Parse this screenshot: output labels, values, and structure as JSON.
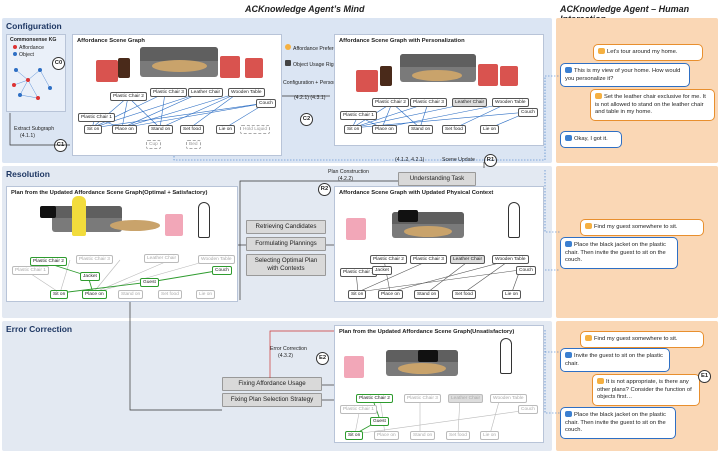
{
  "headers": {
    "mind": "ACKnowledge Agent’s Mind",
    "interaction": "ACKnowledge Agent – Human Interaction"
  },
  "colors": {
    "config_band": "#dbe5f3",
    "resolution_band": "#dde5f0",
    "error_band": "#dde5f0",
    "chat_band": "#f8cfa7",
    "human_border": "#e88f2e",
    "agent_border": "#2e6fc4"
  },
  "configuration": {
    "title": "Configuration",
    "kg_title": "Commonsense KG",
    "kg_legend_affordance": "Affordance",
    "kg_legend_object": "Object",
    "c0": "C0",
    "extract_label": "Extract Subgraph",
    "extract_ref": "(4.1.1)",
    "c1": "C1",
    "scene_graph_title": "Affordance Scene Graph",
    "objects": [
      "Plastic Chair 1",
      "Plastic Chair 2",
      "Plastic Chair 3",
      "Leather Chair",
      "Wooden Table",
      "Couch"
    ],
    "affordances": [
      "Sit on",
      "Place on",
      "Stand on",
      "Set food",
      "Lie on",
      "Hold Liquid"
    ],
    "extra_objects": [
      "Cup",
      "Bed"
    ],
    "pref_label": "Affordance Preference",
    "rights_label": "Object Usage Rights",
    "personalization_label": "Configuration + Personalization",
    "personalization_refs": "(4.2.1) (4.3.1)",
    "c2": "C2",
    "personalized_title": "Affordance Scene Graph with Personalization",
    "scene_update": "Scene Update",
    "scene_update_ref": "(4.1.2, 4.2.1)",
    "r1": "R1"
  },
  "resolution": {
    "title": "Resolution",
    "plan_construction": "Plan Construction",
    "plan_construction_ref": "(4.2.2)",
    "understanding_task": "Understanding Task",
    "r2": "R2",
    "left_title": "Plan from the Updated Affordance Scene Graph(Optimal + Satisfactory)",
    "right_title": "Affordance Scene Graph with Updated Physical Context",
    "steps": [
      "Retrieving Candidates",
      "Formulating Plannings",
      "Selecting Optimal Plan with Contexts"
    ],
    "left_objects": [
      "Plastic Chair 1",
      "Plastic Chair 3",
      "Leather Chair",
      "Wooden Table",
      "Plastic Chair 2",
      "Jacket",
      "Guest",
      "Couch"
    ],
    "right_objects": [
      "Plastic Chair 1",
      "Plastic Chair 2",
      "Plastic Chair 3",
      "Leather Chair",
      "Wooden Table",
      "Jacket",
      "Couch"
    ],
    "affordances": [
      "Sit on",
      "Place on",
      "Stand on",
      "Set food",
      "Lie on"
    ]
  },
  "error": {
    "title": "Error Correction",
    "label": "Error Correction",
    "ref": "(4.3.2)",
    "e2": "E2",
    "steps": [
      "Fixing Affordance Usage",
      "Fixing Plan Selection Strategy"
    ],
    "graph_title": "Plan from the Updated Affordance Scene Graph(Unsatisfactory)",
    "objects": [
      "Plastic Chair 1",
      "Plastic Chair 2",
      "Plastic Chair 3",
      "Leather Chair",
      "Wooden Table",
      "Couch",
      "Guest"
    ],
    "affordances": [
      "Sit on",
      "Place on",
      "Stand on",
      "Set food",
      "Lie on"
    ]
  },
  "chat": {
    "c1_human": "Let’s tour around my home.",
    "c1_agent": "This is my view of your home. How would you personalize it?",
    "c2_human": "Set the leather chair exclusive for me. It is not allowed to stand on the leather chair and table in my home.",
    "c2_agent": "Okay, I got it.",
    "r_human": "Find my guest somewhere to sit.",
    "r_agent": "Place the black jacket on the plastic chair. Then invite the guest to sit on the couch.",
    "e_human": "Find my guest somewhere to sit.",
    "e_agent1": "Invite the guest to sit on the plastic chair.",
    "e_human2": "It is not appropriate, is there any other plans? Consider the function of objects first…",
    "e1": "E1",
    "e_agent2": "Place the black jacket on the plastic chair. Then invite the guest to sit on the couch."
  }
}
